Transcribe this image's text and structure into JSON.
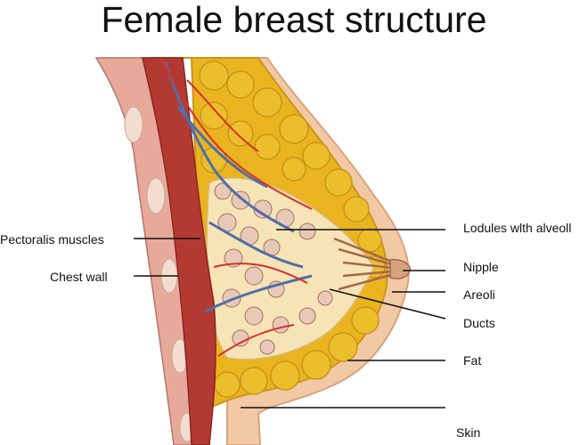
{
  "title": "Female breast structure",
  "labels": {
    "pectoralis": "Pectoralis muscles",
    "chest_wall": "Chest wall",
    "lobules": "Lodules wlth alveoll",
    "nipple": "Nipple",
    "areoli": "Areoli",
    "ducts": "Ducts",
    "fat": "Fat",
    "skin": "Skin"
  },
  "colors": {
    "skin": "#f1c9a5",
    "fat": "#e9b41f",
    "fat_dark": "#c9951a",
    "muscle": "#b33a32",
    "chest_wall": "#e7a99a",
    "gland": "#f6e4b6",
    "vein": "#4f6fa8",
    "artery": "#d4322c",
    "nipple": "#a5684a"
  }
}
